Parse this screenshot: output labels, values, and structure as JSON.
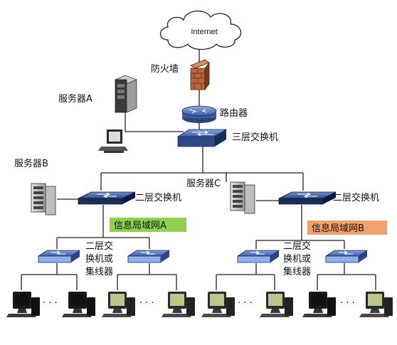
{
  "labels": {
    "internet": "Internet",
    "firewall": "防火墙",
    "server_a": "服务器A",
    "router": "路由器",
    "l3_switch": "三层交换机",
    "server_b": "服务器B",
    "server_c": "服务器C",
    "l2_switch_a": "二层交换机",
    "l2_switch_b": "二层交换机",
    "lan_a": "信息局域网A",
    "lan_b": "信息局域网B",
    "access_a": [
      "二层交",
      "换机或",
      "集线器"
    ],
    "access_b": [
      "二层交",
      "换机或",
      "集线器"
    ],
    "ellipsis": "· · ·"
  },
  "colors": {
    "lan_a_bg": "#8fd14f",
    "lan_b_bg": "#f4a06a",
    "switch_top": "#4a6fb5",
    "switch_side": "#1f2f5c",
    "router": "#5b80c9",
    "firewall_brick": "#b9653d",
    "pc_screen": "#b7c98a"
  },
  "icons": [
    "cloud-icon",
    "firewall-icon",
    "router-icon",
    "switch-icon",
    "server-icon",
    "pc-icon"
  ]
}
